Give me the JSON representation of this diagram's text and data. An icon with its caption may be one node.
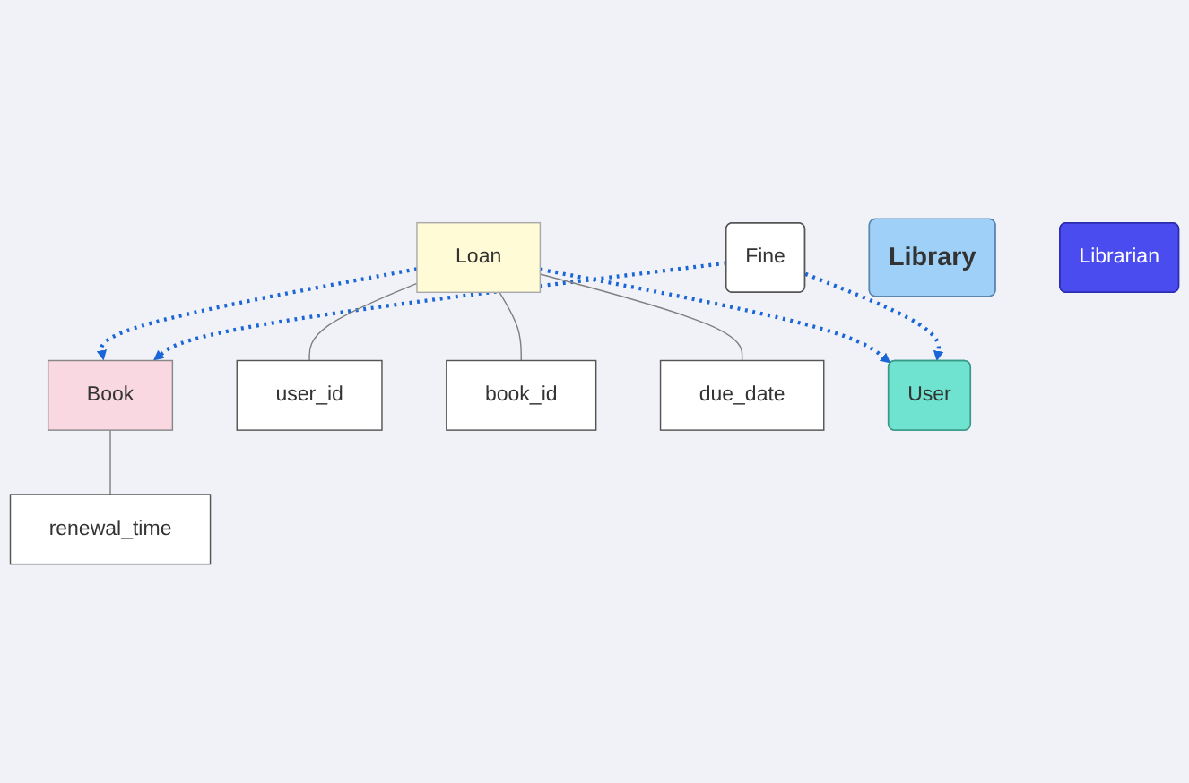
{
  "diagram": {
    "nodes": [
      {
        "text": [
          "Library"
        ]
      },
      {
        "text": [
          "Book"
        ]
      },
      {
        "text": [
          "renewal_time"
        ]
      },
      {
        "text": [
          "Loan"
        ]
      },
      {
        "text": [
          "user_id"
        ]
      },
      {
        "text": [
          "book_id"
        ]
      },
      {
        "text": [
          "due_date"
        ]
      },
      {
        "text": [
          "User"
        ]
      },
      {
        "text": [
          "Librarian"
        ]
      },
      {
        "text": [
          "Fine"
        ]
      }
    ],
    "edges": [
      {
        "from": 3,
        "to": 1,
        "arrow": "to",
        "style": "dashed",
        "color": "#1a66d6"
      },
      {
        "from": 3,
        "to": 7,
        "arrow": "to",
        "style": "dashed",
        "color": "#1a66d6"
      },
      {
        "from": 9,
        "to": 1,
        "arrow": "to",
        "style": "dashed",
        "color": "#1a66d6"
      },
      {
        "from": 9,
        "to": 7,
        "arrow": "to",
        "style": "dashed",
        "color": "#1a66d6"
      },
      {
        "from": 1,
        "to": 2,
        "arrow": "none",
        "color": "#808080"
      },
      {
        "from": 3,
        "to": 4,
        "arrow": "none",
        "color": "#808080"
      },
      {
        "from": 3,
        "to": 5,
        "arrow": "none",
        "color": "#808080"
      },
      {
        "from": 3,
        "to": 6,
        "arrow": "none",
        "color": "#808080"
      }
    ]
  }
}
